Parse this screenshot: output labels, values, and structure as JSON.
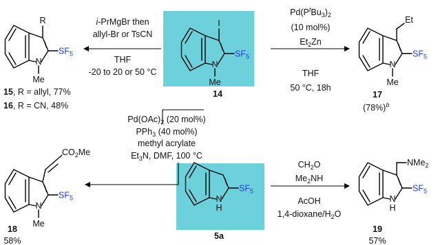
{
  "colors": {
    "highlight": "#6dd1dc",
    "sf5": "#1f3fd6"
  },
  "groups": {
    "sf5": "SF5",
    "me": "Me",
    "nh": "H",
    "n": "N",
    "r": "R",
    "i": "I",
    "et": "Et",
    "co2me": "CO2Me",
    "nme2": "NMe2"
  },
  "compounds": {
    "c14": "14",
    "c15": "15",
    "c16": "16",
    "c17": "17",
    "c18": "18",
    "c19": "19",
    "c5a": "5a"
  },
  "yields": {
    "c15_16_line1_label": "15",
    "c15_16_line1_text": ", R = allyl, 77%",
    "c15_16_line2_label": "16",
    "c15_16_line2_text": ", R = CN, 48%",
    "c17": "(78%)",
    "c17_note": "b",
    "c18": "58%",
    "c19": "57%"
  },
  "conditions": {
    "left_top_1": "i-PrMgBr then",
    "left_top_2": "allyl-Br or TsCN",
    "left_bottom_1": "THF",
    "left_bottom_2": "-20 to 20 or 50 °C",
    "right_top_1": "Pd(PtBu3)2",
    "right_top_2": "(10 mol%)",
    "right_top_3": "Et2Zn",
    "right_bottom_1": "THF",
    "right_bottom_2": "50 °C, 18h",
    "heck_1": "Pd(OAc)2 (20 mol%)",
    "heck_2": "PPh3 (40 mol%)",
    "heck_3": "methyl acrylate",
    "heck_4": "Et3N, DMF, 100 °C",
    "mannich_top_1": "CH2O",
    "mannich_top_2": "Me2NH",
    "mannich_bottom_1": "AcOH",
    "mannich_bottom_2": "1,4-dioxane/H2O"
  }
}
